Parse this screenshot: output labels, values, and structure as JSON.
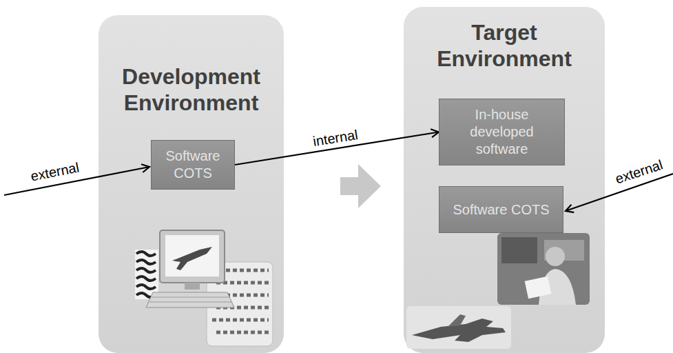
{
  "diagram": {
    "nodes": [
      {
        "text": [
          "Development Environment"
        ]
      },
      {
        "text": [
          "Software COTS"
        ],
        "in": 0
      },
      {
        "text": [
          "Target Environment"
        ]
      },
      {
        "text": [
          "In-house developed software"
        ],
        "in": 2
      },
      {
        "text": [
          "Software COTS"
        ],
        "in": 2
      }
    ],
    "edges": [
      {
        "from": 1,
        "to": 3,
        "label": "internal",
        "arrow": "to"
      }
    ],
    "labels": [
      "external",
      "external"
    ]
  }
}
